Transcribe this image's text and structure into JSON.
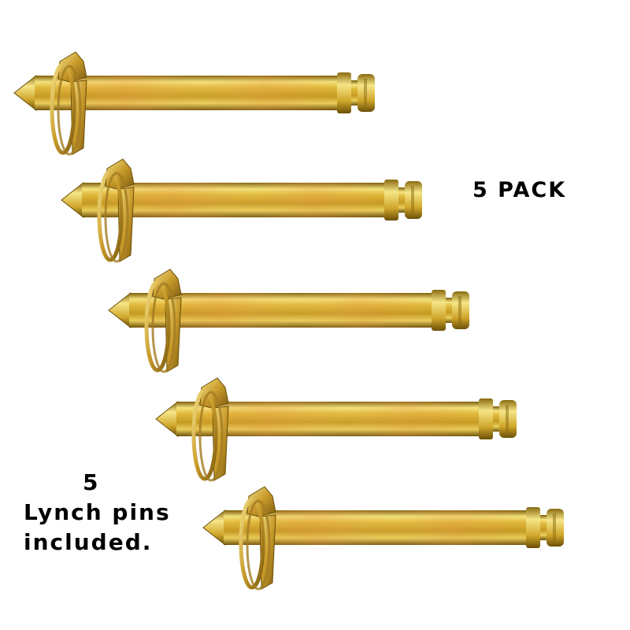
{
  "labels": {
    "pack": "5 PACK",
    "lynch_line1": "5",
    "lynch_line2": "Lynch pins",
    "lynch_line3": "included."
  },
  "colors": {
    "gold_light": "#f7e98a",
    "gold_mid": "#d9b52c",
    "gold_dark": "#8a6a10",
    "orange_tint": "#e89a4a",
    "ring": "#c9a24a"
  },
  "pins": {
    "count": 5
  }
}
